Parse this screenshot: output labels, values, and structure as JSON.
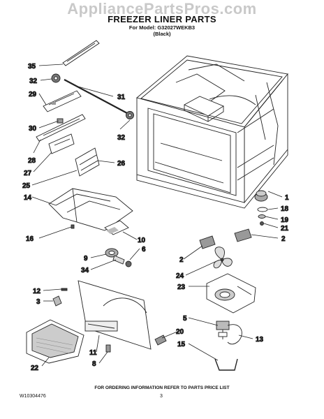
{
  "watermark": "AppliancePartsPros.com",
  "header": {
    "title": "FREEZER LINER PARTS",
    "model_line": "For Model: G32027WEKB3",
    "variant": "(Black)"
  },
  "callouts": [
    "35",
    "32",
    "29",
    "30",
    "28",
    "27",
    "25",
    "14",
    "16",
    "31",
    "32",
    "26",
    "10",
    "9",
    "34",
    "6",
    "12",
    "3",
    "22",
    "1",
    "18",
    "19",
    "21",
    "2",
    "2",
    "24",
    "23",
    "5",
    "13",
    "20",
    "15",
    "11",
    "8"
  ],
  "footer": {
    "ordering_note": "FOR ORDERING INFORMATION REFER TO PARTS PRICE LIST",
    "doc_number": "W10304476",
    "page_number": "3"
  }
}
